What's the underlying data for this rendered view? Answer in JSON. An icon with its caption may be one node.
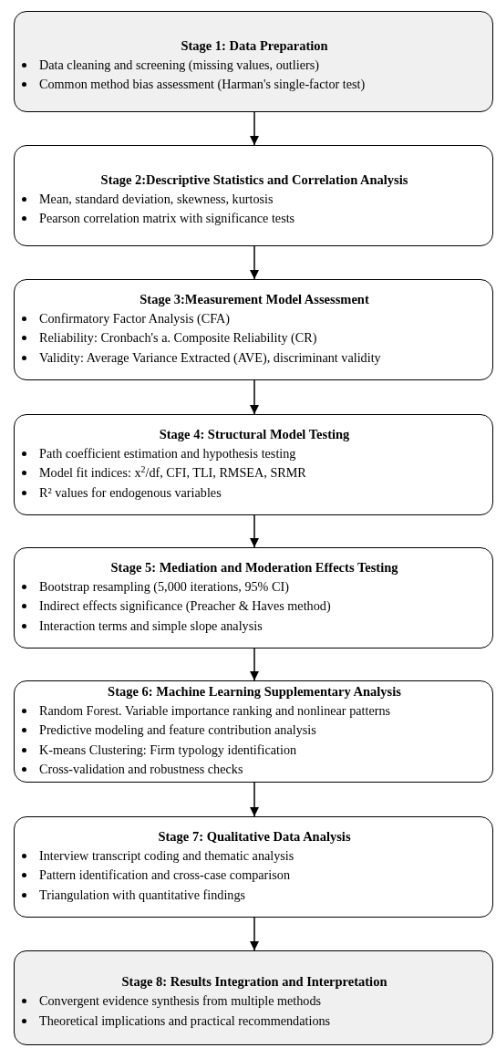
{
  "diagram": {
    "nodes": [
      {
        "text": [
          "Stage 1: Data Preparation",
          "Data cleaning and screening (missing values, outliers)",
          "Common method bias assessment (Harman's single-factor test)"
        ]
      },
      {
        "text": [
          "Stage 2:Descriptive Statistics and Correlation Analysis",
          "Mean, standard deviation, skewness, kurtosis",
          "Pearson correlation matrix with significance tests"
        ]
      },
      {
        "text": [
          "Stage 3:Measurement Model Assessment",
          "Confirmatory Factor Analysis (CFA)",
          "Reliability: Cronbach's a. Composite Reliability (CR)",
          "Validity: Average Variance Extracted (AVE), discriminant validity"
        ]
      },
      {
        "text": [
          "Stage 4: Structural Model Testing",
          "Path coefficient estimation and hypothesis testing",
          "Model fit indices: x$^{2}$/df, CFI, TLI, RMSEA, SRMR",
          "R² values for endogenous variables"
        ]
      },
      {
        "text": [
          "Stage 5: Mediation and Moderation Effects Testing",
          "Bootstrap resampling (5,000 iterations, 95% CI)",
          "Indirect effects significance (Preacher & Haves method)",
          "Interaction terms and simple slope analysis"
        ]
      },
      {
        "text": [
          "Stage 6: Machine Learning Supplementary Analysis",
          "Random Forest. Variable importance ranking and nonlinear patterns",
          "Predictive modeling and feature contribution analysis",
          "K-means Clustering: Firm typology identification",
          "Cross-validation and robustness checks"
        ]
      },
      {
        "text": [
          "Stage 7: Qualitative Data Analysis",
          "Interview transcript coding and thematic analysis",
          "Pattern identification and cross-case comparison",
          "Triangulation with quantitative findings"
        ]
      },
      {
        "text": [
          "Stage 8: Results Integration and Interpretation",
          "Convergent evidence synthesis from multiple methods",
          "Theoretical implications and practical recommendations"
        ]
      }
    ],
    "edges": [
      {
        "from": 0,
        "to": 1,
        "arrow": "to"
      },
      {
        "from": 1,
        "to": 2,
        "arrow": "to"
      },
      {
        "from": 2,
        "to": 3,
        "arrow": "to"
      },
      {
        "from": 3,
        "to": 4,
        "arrow": "to"
      },
      {
        "from": 4,
        "to": 5,
        "arrow": "to"
      },
      {
        "from": 5,
        "to": 6,
        "arrow": "to"
      },
      {
        "from": 6,
        "to": 7,
        "arrow": "to"
      }
    ]
  }
}
